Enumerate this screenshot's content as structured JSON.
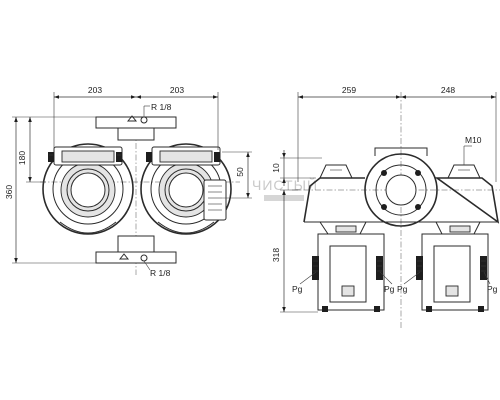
{
  "front_view": {
    "dim_left_width": "203",
    "dim_right_width": "203",
    "dim_total_height": "360",
    "dim_upper_height": "180",
    "dim_flange": "50",
    "thread_top": "R 1/8",
    "thread_bottom": "R 1/8"
  },
  "side_view": {
    "dim_left_depth": "259",
    "dim_right_depth": "248",
    "dim_small_height": "10",
    "dim_motor_height": "318",
    "bolt_label": "M10",
    "sensor_labels": [
      "Pg",
      "Pg",
      "Pg",
      "Pg"
    ]
  },
  "watermark": "ЧИСТЫЙ"
}
